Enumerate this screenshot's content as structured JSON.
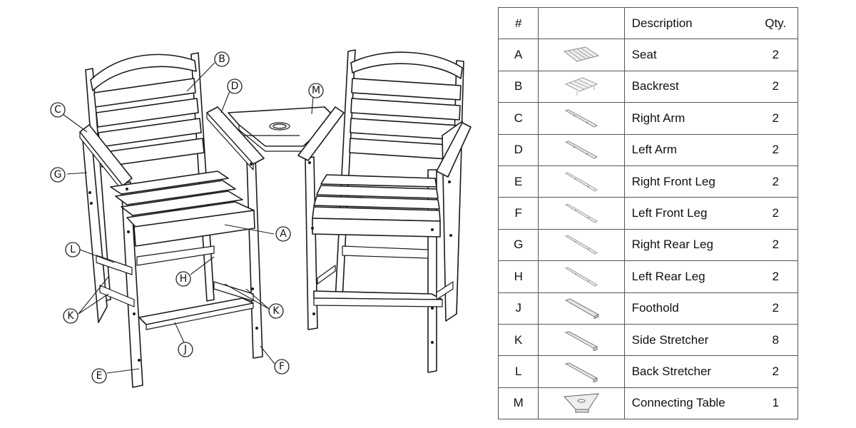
{
  "diagram": {
    "callouts": [
      {
        "id": "A",
        "label": "A"
      },
      {
        "id": "B",
        "label": "B"
      },
      {
        "id": "C",
        "label": "C"
      },
      {
        "id": "D",
        "label": "D"
      },
      {
        "id": "E",
        "label": "E"
      },
      {
        "id": "F",
        "label": "F"
      },
      {
        "id": "G",
        "label": "G"
      },
      {
        "id": "H",
        "label": "H"
      },
      {
        "id": "J",
        "label": "J"
      },
      {
        "id": "K1",
        "label": "K"
      },
      {
        "id": "K2",
        "label": "K"
      },
      {
        "id": "L",
        "label": "L"
      },
      {
        "id": "M",
        "label": "M"
      }
    ]
  },
  "table": {
    "headers": {
      "num": "#",
      "description": "Description",
      "qty": "Qty."
    },
    "rows": [
      {
        "num": "A",
        "description": "Seat",
        "qty": "2",
        "icon": "seat-icon"
      },
      {
        "num": "B",
        "description": "Backrest",
        "qty": "2",
        "icon": "backrest-icon"
      },
      {
        "num": "C",
        "description": "Right Arm",
        "qty": "2",
        "icon": "arm-icon"
      },
      {
        "num": "D",
        "description": "Left Arm",
        "qty": "2",
        "icon": "arm-icon"
      },
      {
        "num": "E",
        "description": "Right Front Leg",
        "qty": "2",
        "icon": "leg-icon"
      },
      {
        "num": "F",
        "description": "Left Front Leg",
        "qty": "2",
        "icon": "leg-icon"
      },
      {
        "num": "G",
        "description": "Right Rear Leg",
        "qty": "2",
        "icon": "leg-icon"
      },
      {
        "num": "H",
        "description": "Left Rear Leg",
        "qty": "2",
        "icon": "leg-icon"
      },
      {
        "num": "J",
        "description": "Foothold",
        "qty": "2",
        "icon": "foothold-icon"
      },
      {
        "num": "K",
        "description": "Side Stretcher",
        "qty": "8",
        "icon": "stretcher-icon"
      },
      {
        "num": "L",
        "description": "Back Stretcher",
        "qty": "2",
        "icon": "stretcher-icon"
      },
      {
        "num": "M",
        "description": "Connecting Table",
        "qty": "1",
        "icon": "table-icon"
      }
    ]
  }
}
